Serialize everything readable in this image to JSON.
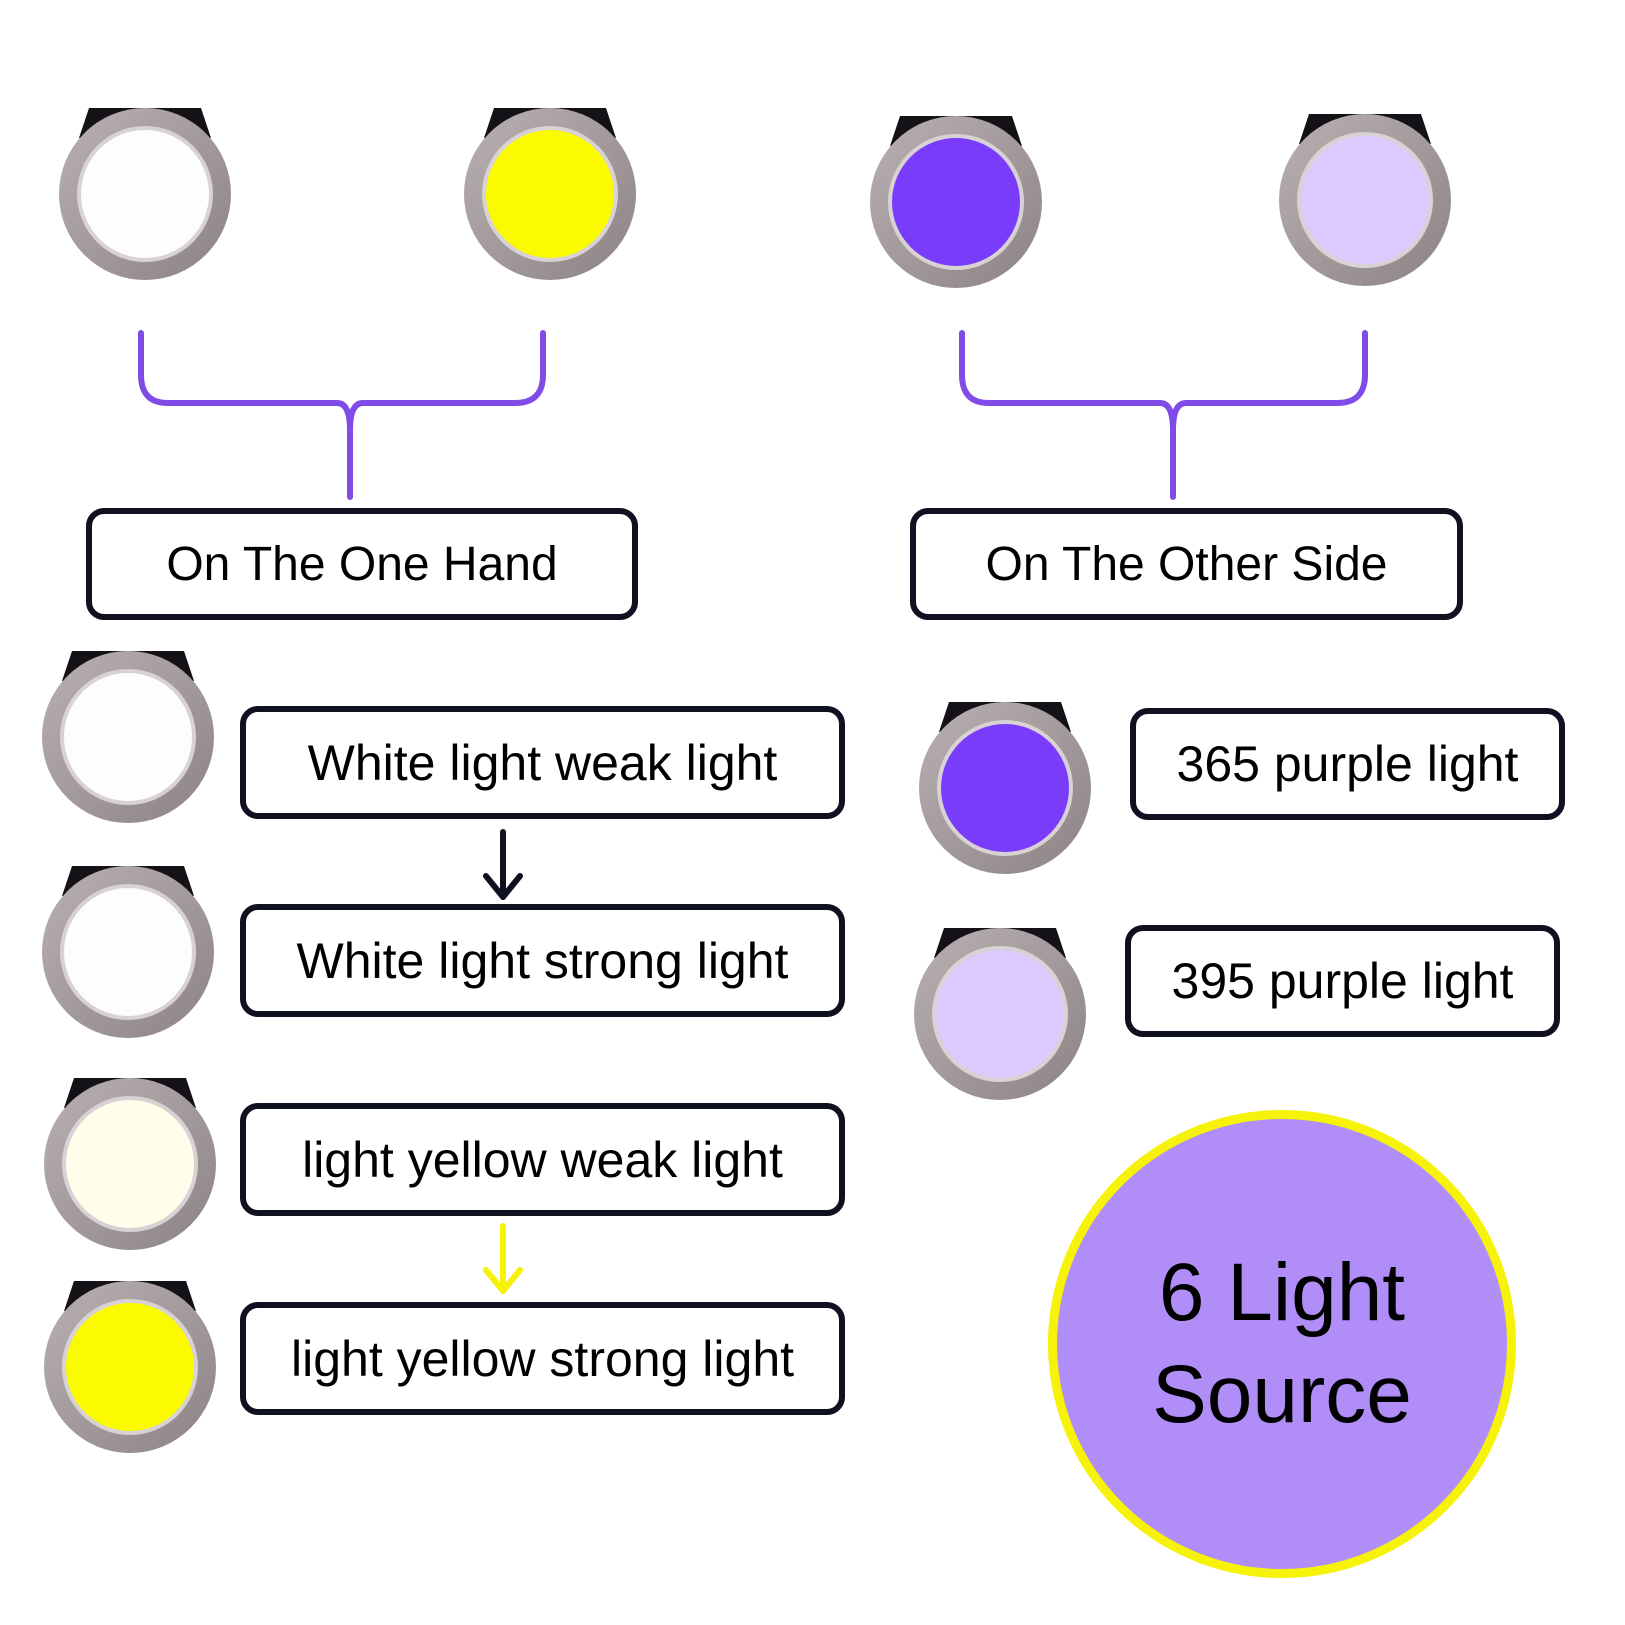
{
  "colors": {
    "bracket": "#7f4ce8",
    "arrow_white": "#0f1020",
    "arrow_yellow": "#f6f20a",
    "badge_fill": "#b18ef7",
    "badge_ring": "#f6f20a",
    "lens_white": "#fdfdfd",
    "lens_yellow": "#fbfb00",
    "lens_pale_yellow": "#fefeea",
    "lens_purple_365": "#7a3cfb",
    "lens_purple_395": "#dccaff"
  },
  "groups": {
    "one_hand": {
      "label": "On The One Hand"
    },
    "other_side": {
      "label": "On The Other Side"
    }
  },
  "lights": [
    {
      "label": "White light weak light",
      "icon": "white-light-icon"
    },
    {
      "label": "White light strong light",
      "icon": "white-light-icon"
    },
    {
      "label": "light yellow weak light",
      "icon": "pale-yellow-light-icon"
    },
    {
      "label": "light yellow strong light",
      "icon": "yellow-light-icon"
    },
    {
      "label": "365 purple light",
      "icon": "purple-light-icon"
    },
    {
      "label": "395 purple light",
      "icon": "lavender-light-icon"
    }
  ],
  "badge": {
    "line1": "6 Light",
    "line2": "Source"
  }
}
